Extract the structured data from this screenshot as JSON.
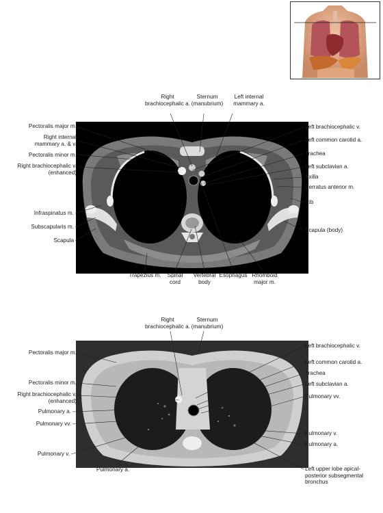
{
  "top_panel": {
    "labels": {
      "right_brachiocephalic_a": "Right\nbrachiocephalic a.",
      "sternum": "Sternum\n(manubrium)",
      "left_internal_mammary_a": "Left internal\nmammary a.",
      "pectoralis_major": "Pectoralis major m.",
      "right_internal_mammary": "Right internal\nmammary a. & v.",
      "pectoralis_minor": "Pectoralis minor m.",
      "right_brachiocephalic_v": "Right brachiocephalic v.\n(enhanced)",
      "infraspinatus": "Infraspinatus m.",
      "subscapularis": "Subscapularis m.",
      "scapula": "Scapula",
      "left_brachiocephalic_v": "Left brachiocephalic v.",
      "left_common_carotid": "Left common carotid a.",
      "trachea": "Trachea",
      "left_subclavian": "Left subclavian a.",
      "axilla": "Axilla",
      "serratus_anterior": "Serratus anterior m.",
      "rib": "Rib",
      "scapula_body": "Scapula (body)",
      "trapezius": "Trapezius m.",
      "spinal_cord": "Spinal\ncord",
      "vertebral_body": "Vertebral\nbody",
      "esophagus": "Esophagus",
      "rhomboid_major": "Rhomboid\nmajor m."
    }
  },
  "bottom_panel": {
    "labels": {
      "right_brachiocephalic_a": "Right\nbrachiocephalic a.",
      "sternum": "Sternum\n(manubrium)",
      "pectoralis_major": "Pectoralis major m.",
      "pectoralis_minor": "Pectoralis minor m.",
      "right_brachiocephalic_v": "Right brachiocephalic v.\n(enhanced)",
      "pulmonary_a_left": "Pulmonary a.",
      "pulmonary_vv_left": "Pulmonary vv.",
      "pulmonary_v_left": "Pulmonary v.",
      "pulmonary_a_bottom": "Pulmonary a.",
      "left_brachiocephalic_v": "Left brachiocephalic v.",
      "left_common_carotid": "Left common carotid a.",
      "trachea": "Trachea",
      "left_subclavian": "Left subclavian a.",
      "pulmonary_vv_right": "Pulmonary vv.",
      "pulmonary_v_right": "Pulmonary v.",
      "pulmonary_a_right": "Pulmonary a.",
      "left_upper_lobe": "Left upper lobe apical-\nposterior subsegmental\nbronchus"
    }
  }
}
